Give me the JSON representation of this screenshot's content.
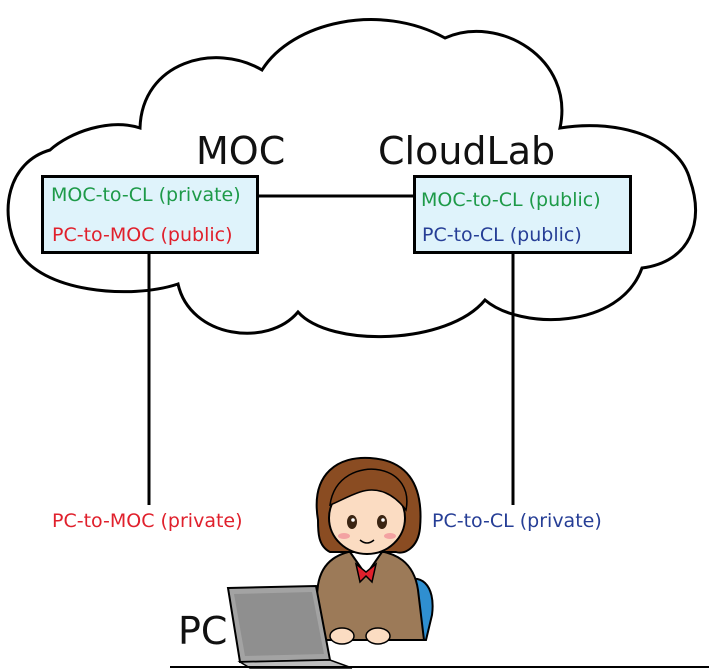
{
  "moc": {
    "title": "MOC",
    "private_label": "MOC-to-CL (private)",
    "public_label": "PC-to-MOC (public)",
    "pc_side_label": "PC-to-MOC (private)"
  },
  "cloudlab": {
    "title": "CloudLab",
    "public_label": "MOC-to-CL (public)",
    "pc_label": "PC-to-CL (public)",
    "pc_side_label": "PC-to-CL (private)"
  },
  "pc": {
    "title": "PC"
  },
  "colors": {
    "moc_cl_link": "#1d9a48",
    "pc_moc_link": "#e0202c",
    "pc_cl_link": "#263e96",
    "box_fill": "#dff3fb"
  },
  "icons": [
    "cloud-shape",
    "person-with-laptop-illustration"
  ]
}
